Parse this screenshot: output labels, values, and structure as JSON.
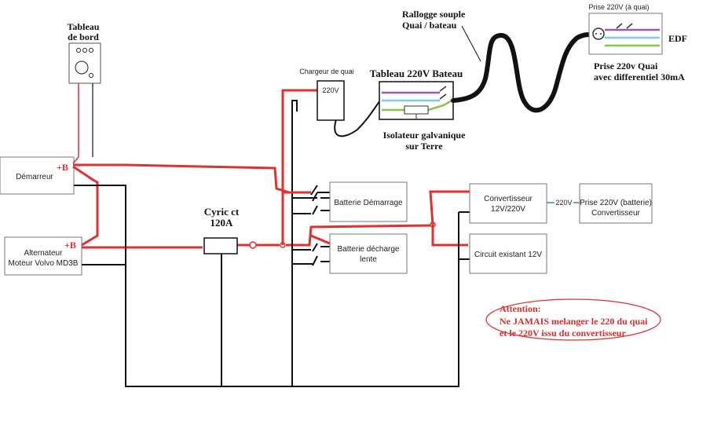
{
  "labels": {
    "tableau_bord": [
      "Tableau",
      "de bord"
    ],
    "demarreur": "Démarreur",
    "alternateur": [
      "Alternateur",
      "Moteur Volvo MD3B"
    ],
    "plus_b_1": "+B",
    "plus_b_2": "+B",
    "cyric": [
      "Cyric ct",
      "120A"
    ],
    "chargeur": "Chargeur de quai",
    "chargeur_220": "220V",
    "tableau_220": "Tableau 220V Bateau",
    "isolateur": [
      "Isolateur galvanique",
      "sur Terre"
    ],
    "rallonge": [
      "Rallogge souple",
      "Quai / bateau"
    ],
    "prise_quai_top": "Prise 220V (à quai)",
    "edf": "EDF",
    "prise_quai": [
      "Prise 220v  Quai",
      "avec differentiel 30mA"
    ],
    "batt_demarrage": "Batterie Démarrage",
    "batt_decharge": [
      "Batterie décharge",
      "lente"
    ],
    "convertisseur": [
      "Convertisseur",
      "12V/220V"
    ],
    "conv_220": "220V",
    "prise_conv": [
      "Prise 220V (batterie)",
      "Convertisseur"
    ],
    "circuit_12v": "Circuit existant 12V",
    "attention": [
      "Attention:",
      "Ne JAMAIS melanger le 220 du quai",
      "et le 220V issu du convertisseur"
    ]
  },
  "colors": {
    "positive": "#e03030",
    "negative": "#111111",
    "phase_purple": "#9b59b6",
    "earth_green": "#8bc34a",
    "neutral_blue": "#7ec8e3",
    "warning_text": "#d32f2f"
  }
}
